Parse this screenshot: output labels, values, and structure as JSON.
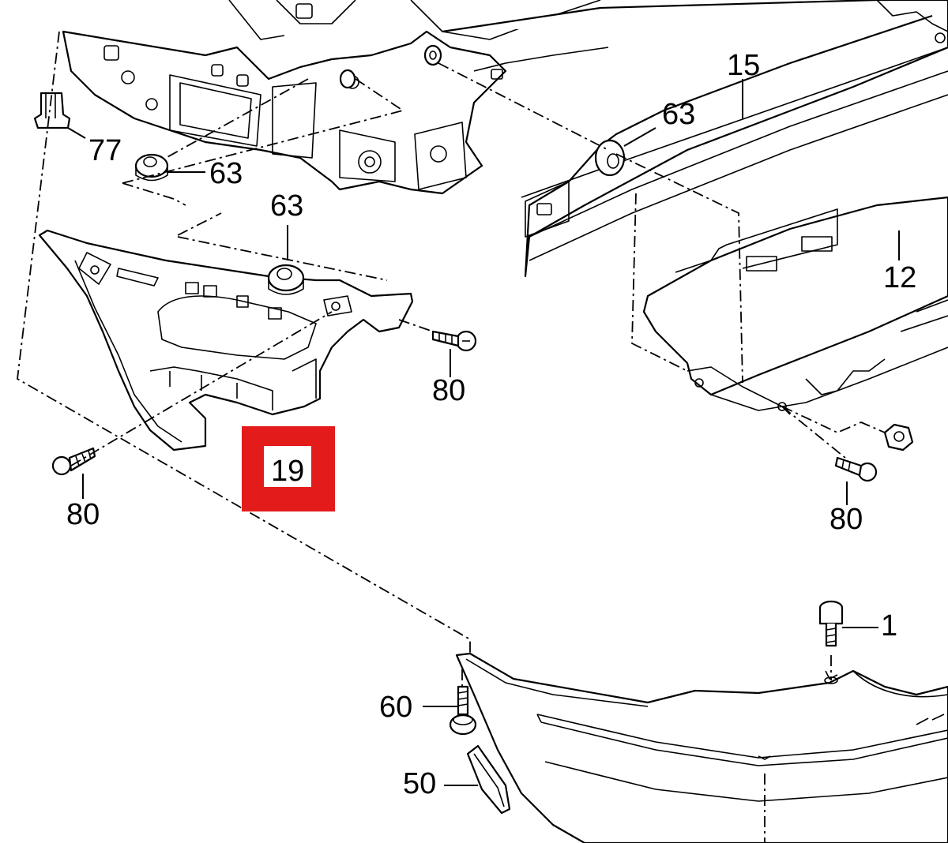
{
  "diagram": {
    "highlight_color": "#e31b1b",
    "highlighted_part": "19",
    "callouts": [
      {
        "id": "77",
        "text": "77"
      },
      {
        "id": "63a",
        "text": "63"
      },
      {
        "id": "63b",
        "text": "63"
      },
      {
        "id": "63c",
        "text": "63"
      },
      {
        "id": "15",
        "text": "15"
      },
      {
        "id": "12",
        "text": "12"
      },
      {
        "id": "80a",
        "text": "80"
      },
      {
        "id": "80b",
        "text": "80"
      },
      {
        "id": "80c",
        "text": "80"
      },
      {
        "id": "19",
        "text": "19"
      },
      {
        "id": "1",
        "text": "1"
      },
      {
        "id": "60",
        "text": "60"
      },
      {
        "id": "50",
        "text": "50"
      }
    ]
  }
}
